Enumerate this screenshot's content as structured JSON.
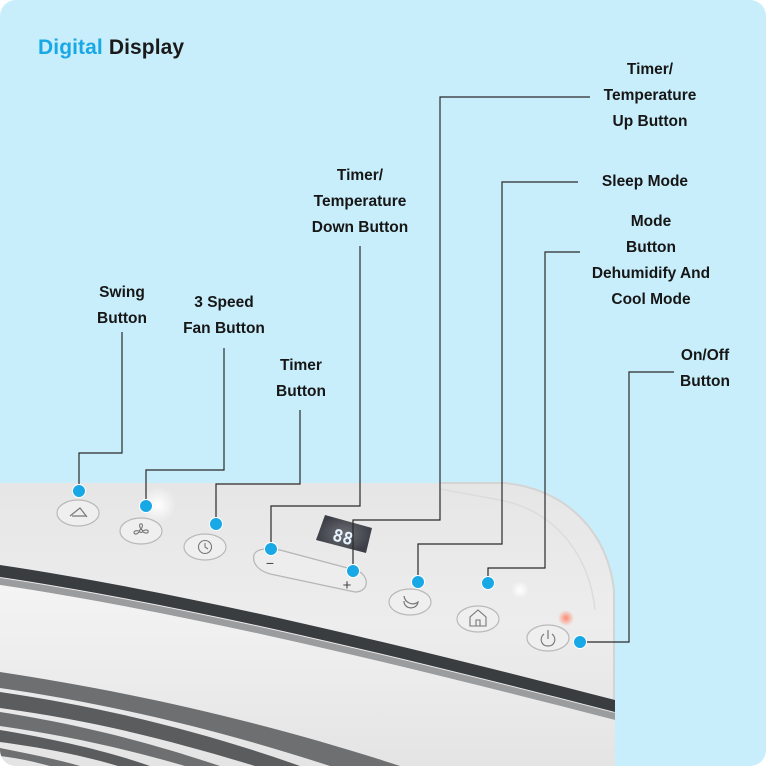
{
  "title": {
    "accent": "Digital",
    "rest": "Display"
  },
  "display_digits": "88",
  "labels": {
    "swing": [
      "Swing",
      "Button"
    ],
    "fan": [
      "3 Speed",
      "Fan Button"
    ],
    "timer": [
      "Timer",
      "Button"
    ],
    "down": [
      "Timer/",
      "Temperature",
      "Down Button"
    ],
    "up": [
      "Timer/",
      "Temperature",
      "Up Button"
    ],
    "sleep": [
      "Sleep Mode"
    ],
    "mode": [
      "Mode",
      "Button",
      "Dehumidify And",
      "Cool Mode"
    ],
    "power": [
      "On/Off",
      "Button"
    ]
  },
  "symbols": {
    "minus": "−",
    "plus": "+"
  },
  "colors": {
    "background": "#c9eefb",
    "marker": "#19a8e6",
    "panel": "#ececec",
    "line": "#2a2a2a"
  },
  "icons": {
    "swing": "swing-icon",
    "fan": "fan-icon",
    "timer": "clock-icon",
    "sleep": "moon-icon",
    "mode": "house-icon",
    "power": "power-icon"
  }
}
